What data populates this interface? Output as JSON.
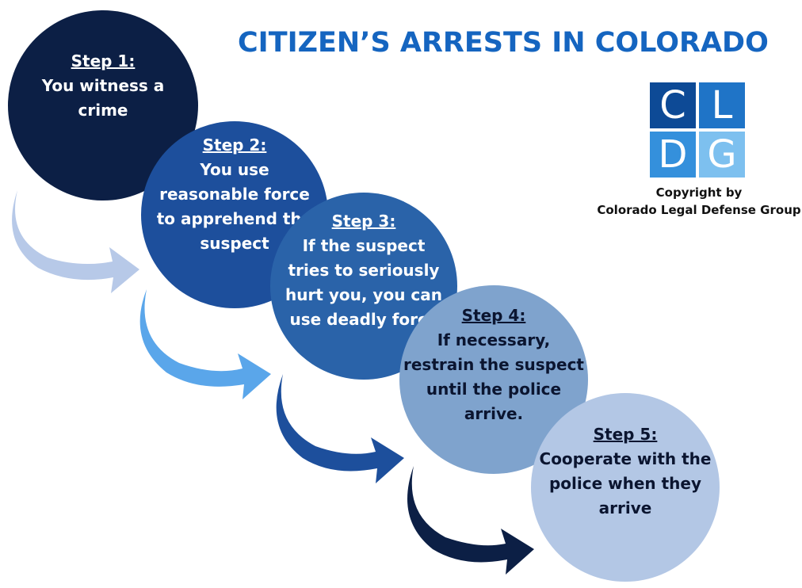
{
  "title": "CITIZEN’S ARRESTS IN COLORADO",
  "steps": [
    {
      "label": "Step 1:",
      "text": "You witness a crime"
    },
    {
      "label": "Step 2:",
      "text": "You use reasonable force to apprehend the suspect"
    },
    {
      "label": "Step 3:",
      "text": "If the suspect tries to seriously hurt you, you can use deadly force"
    },
    {
      "label": "Step 4:",
      "text": "If necessary, restrain the suspect until the police arrive."
    },
    {
      "label": "Step 5:",
      "text": "Cooperate with the police when they arrive"
    }
  ],
  "logo": {
    "letters": [
      "C",
      "L",
      "D",
      "G"
    ]
  },
  "copyright": {
    "line1": "Copyright by",
    "line2": "Colorado Legal Defense Group"
  },
  "colors": {
    "title": "#1565c0",
    "step1": "#0c1f45",
    "step2": "#1d4f9c",
    "step3": "#2a63a9",
    "step4": "#7fa3cd",
    "step5": "#b3c7e5",
    "arrow1": "#b7c9e8",
    "arrow2": "#5aa6ea",
    "arrow3": "#1d4f9c",
    "arrow4": "#0c1f45"
  }
}
